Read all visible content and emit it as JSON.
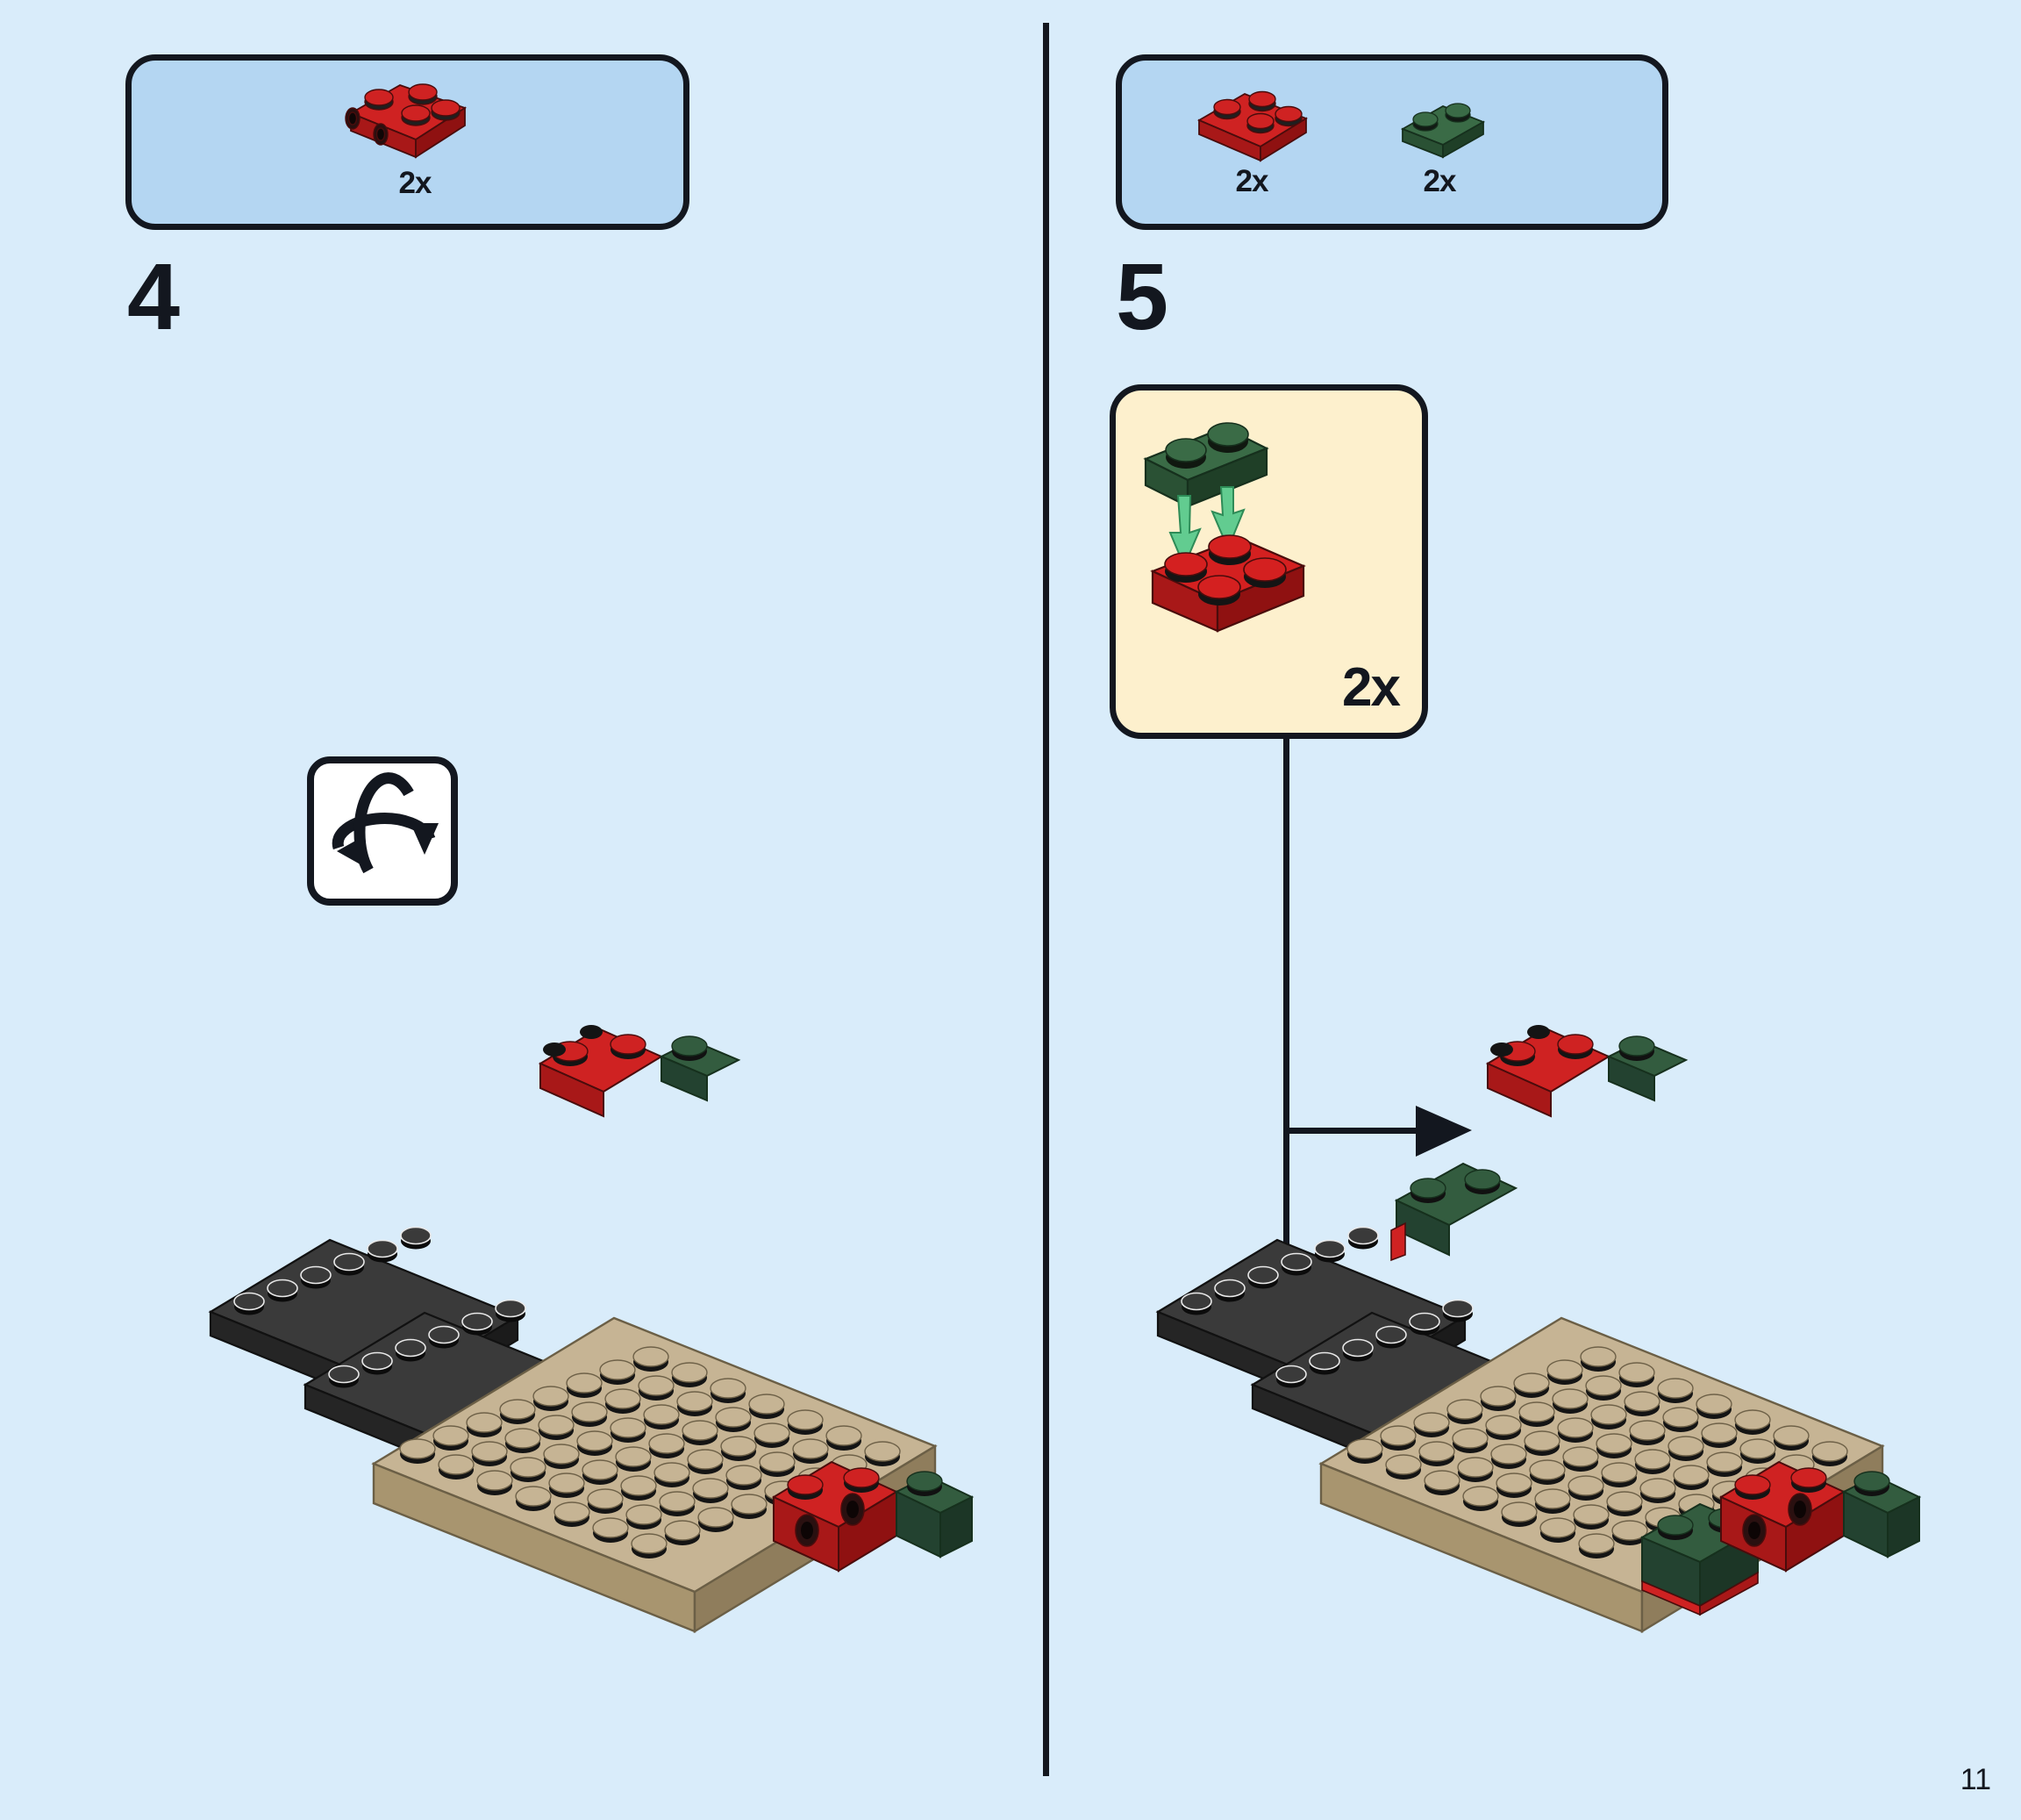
{
  "page": {
    "number": "11",
    "background_color": "#d9ecfa",
    "divider_color": "#13171f"
  },
  "colors": {
    "page_bg": "#d9ecfa",
    "parts_box_bg": "#b4d6f2",
    "callout_bg": "#fdf0cd",
    "outline": "#13171f",
    "lego_red": "#cf2222",
    "lego_red_dark": "#8f1111",
    "lego_green": "#2f5b3a",
    "lego_green_dark": "#1d3a25",
    "lego_tan": "#c6b494",
    "lego_tan_dark": "#9d8c6c",
    "lego_black": "#2b2b2b",
    "lego_black_dark": "#151515",
    "arrow_green": "#5cc98a"
  },
  "steps": [
    {
      "id": "step-4",
      "number": "4",
      "parts": [
        {
          "count": "2x",
          "icon": "red-2x2-plate-with-side-studs",
          "color": "#cf2222",
          "description": "Red 2x2 modified plate with two side studs"
        }
      ],
      "helper_icon": "rotate-model-icon",
      "assembly": {
        "base_plate": "tan-8x8-plate",
        "attached": [
          "red-2x2-plate-with-side-studs",
          "green-1x2-plate",
          "black-1x6-plate",
          "black-1x6-plate"
        ]
      }
    },
    {
      "id": "step-5",
      "number": "5",
      "parts": [
        {
          "count": "2x",
          "icon": "red-2x2-plate",
          "color": "#cf2222",
          "description": "Red 2x2 plate"
        },
        {
          "count": "2x",
          "icon": "green-1x2-plate",
          "color": "#2f5b3a",
          "description": "Green 1x2 plate"
        }
      ],
      "callout": {
        "count": "2x",
        "background_color": "#fdf0cd",
        "sub_parts": [
          "green-1x2-plate",
          "red-2x2-plate"
        ],
        "arrow_color": "#5cc98a",
        "arrow_count": 2
      },
      "attach_arrows": 2,
      "assembly": {
        "base_plate": "tan-8x8-plate",
        "attached": [
          "red-2x2-plate-with-side-studs",
          "green-1x2-plate",
          "red-2x2-plate",
          "black-1x6-plate",
          "black-1x6-plate"
        ]
      }
    }
  ]
}
